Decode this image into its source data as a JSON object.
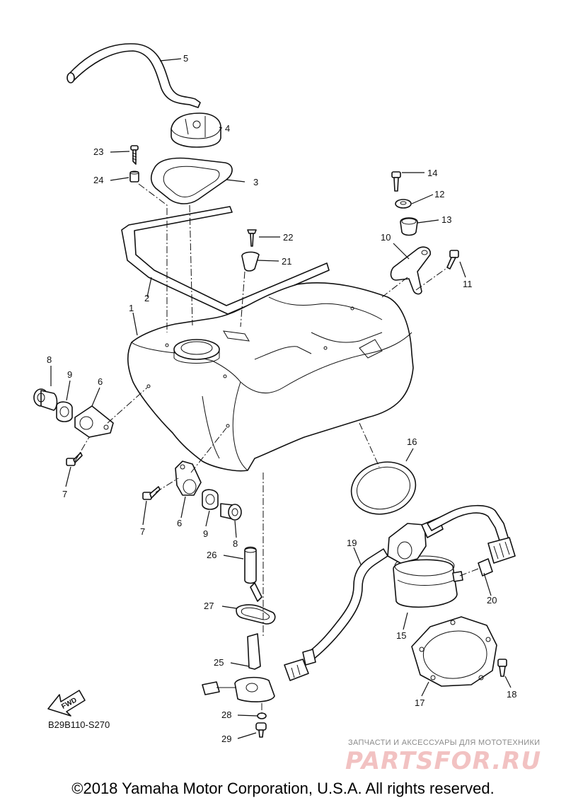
{
  "diagram": {
    "part_labels": {
      "p1": "1",
      "p2": "2",
      "p3": "3",
      "p4": "4",
      "p5": "5",
      "p6a": "6",
      "p6b": "6",
      "p7a": "7",
      "p7b": "7",
      "p8a": "8",
      "p8b": "8",
      "p9a": "9",
      "p9b": "9",
      "p10": "10",
      "p11": "11",
      "p12": "12",
      "p13": "13",
      "p14": "14",
      "p15": "15",
      "p16": "16",
      "p17": "17",
      "p18": "18",
      "p19": "19",
      "p20": "20",
      "p21": "21",
      "p22": "22",
      "p23": "23",
      "p24": "24",
      "p25": "25",
      "p26": "26",
      "p27": "27",
      "p28": "28",
      "p29": "29"
    },
    "fwd_label": "FWD",
    "diagram_code": "B29B110-S270"
  },
  "watermark": {
    "subtitle": "ЗАПЧАСТИ И АКСЕССУАРЫ ДЛЯ МОТОТЕХНИКИ",
    "logo_text": "PARTSFOR.RU",
    "color": "#f2c2c2"
  },
  "footer": {
    "copyright": "©2018 Yamaha Motor Corporation, U.S.A. All rights reserved."
  }
}
